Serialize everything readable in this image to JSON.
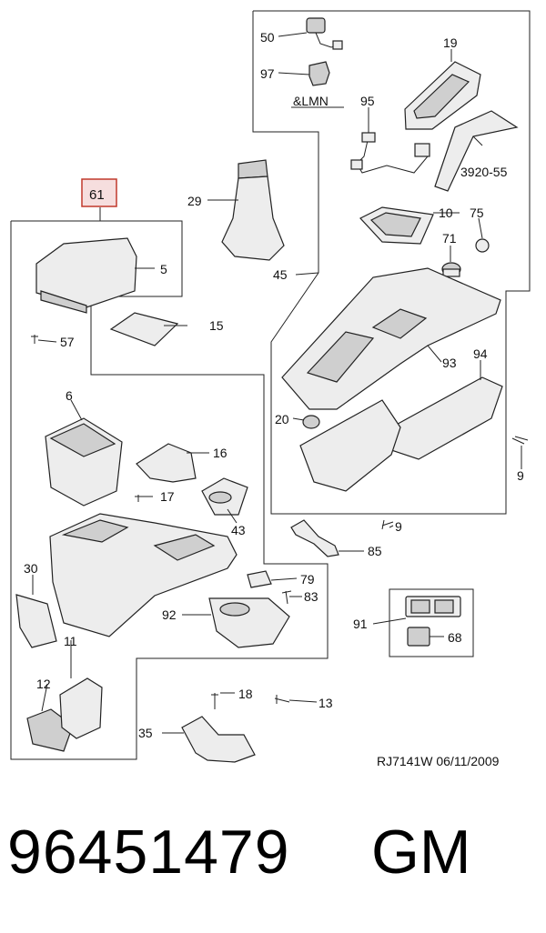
{
  "callouts": {
    "c50": "50",
    "c97": "97",
    "lmn": "&LMN",
    "c95": "95",
    "c19": "19",
    "c3920": "3920-55",
    "c61": "61",
    "c29": "29",
    "c10": "10",
    "c75": "75",
    "c5": "5",
    "c71": "71",
    "c45": "45",
    "c15": "15",
    "c57": "57",
    "c93": "93",
    "c94": "94",
    "c6": "6",
    "c20": "20",
    "c16": "16",
    "c17": "17",
    "c9a": "9",
    "c43": "43",
    "c9b": "9",
    "c85": "85",
    "c30": "30",
    "c79": "79",
    "c83": "83",
    "c92": "92",
    "c91": "91",
    "c68": "68",
    "c11": "11",
    "c12": "12",
    "c18": "18",
    "c13": "13",
    "c35": "35"
  },
  "drawing_ref": "RJ7141W  06/11/2009",
  "footer": {
    "part_number": "96451479",
    "brand": "GM"
  },
  "colors": {
    "highlight_box": "#c0392b",
    "highlight_fill": "#f6dede"
  }
}
